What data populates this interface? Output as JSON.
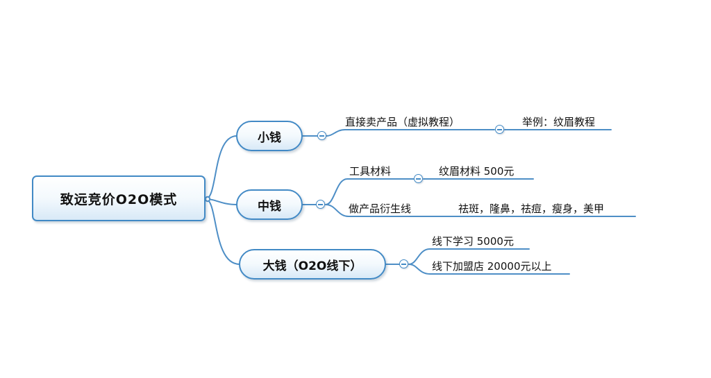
{
  "mindmap": {
    "root": {
      "label": "致远竞价O2O模式"
    },
    "branches": [
      {
        "label": "小钱",
        "children": [
          {
            "label": "直接卖产品（虚拟教程）",
            "children": [
              {
                "label": "举例：纹眉教程"
              }
            ]
          }
        ]
      },
      {
        "label": "中钱",
        "children": [
          {
            "label": "工具材料",
            "children": [
              {
                "label": "纹眉材料 500元"
              }
            ]
          },
          {
            "label": "做产品衍生线",
            "children": [
              {
                "label": "祛斑，隆鼻，祛痘，瘦身，美甲"
              }
            ]
          }
        ]
      },
      {
        "label": "大钱（O2O线下）",
        "children": [
          {
            "label": "线下学习 5000元"
          },
          {
            "label": "线下加盟店 20000元以上"
          }
        ]
      }
    ],
    "colors": {
      "line": "#4d8ec6",
      "node_border": "#4189c5",
      "node_fill_bottom": "#d8e9f7",
      "text": "#111111",
      "background": "#ffffff"
    }
  }
}
